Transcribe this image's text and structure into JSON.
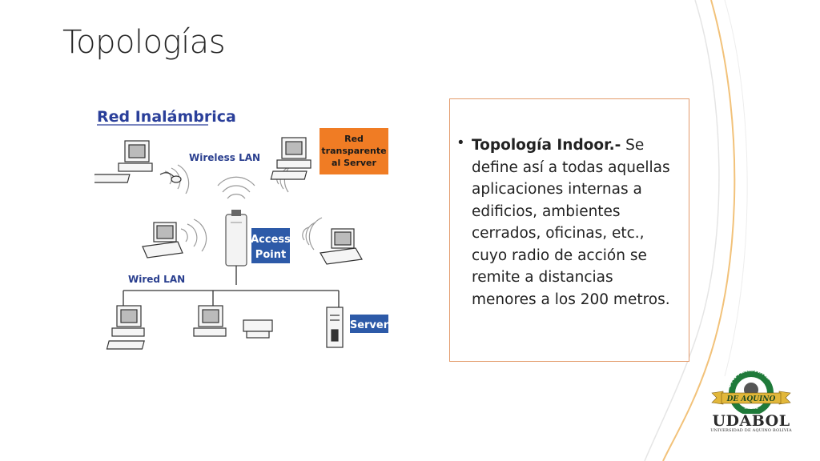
{
  "slide": {
    "title": "Topologías"
  },
  "diagram": {
    "heading": "Red Inalámbrica",
    "wireless_label": "Wireless LAN",
    "wired_label": "Wired LAN",
    "red_box_line1": "Red",
    "red_box_line2": "transparente",
    "red_box_line3": "al Server",
    "access_point_line1": "Access",
    "access_point_line2": "Point",
    "server_label": "Server",
    "colors": {
      "heading": "#2a3f9a",
      "label": "#2a3f8f",
      "orange_box": "#f07c24",
      "blue_box": "#2d5aa8"
    }
  },
  "content": {
    "bullet_bold": "Topología Indoor.-",
    "bullet_text": " Se define así a todas aquellas aplicaciones internas a edificios, ambientes cerrados, oficinas, etc., cuyo radio de acción se remite a distancias menores a los 200 metros."
  },
  "logo": {
    "arc_text": "UNIVERSIDAD",
    "banner_text": "DE AQUINO",
    "small_text": "Bolivia",
    "name": "UDABOL",
    "subtitle": "UNIVERSIDAD DE AQUINO BOLIVIA",
    "colors": {
      "green": "#1f7a3a",
      "gold": "#e2b73a"
    }
  },
  "theme": {
    "accent_border": "#e39b6b",
    "deco_line": "#e5e5e5",
    "deco_accent": "#f2c27a"
  }
}
